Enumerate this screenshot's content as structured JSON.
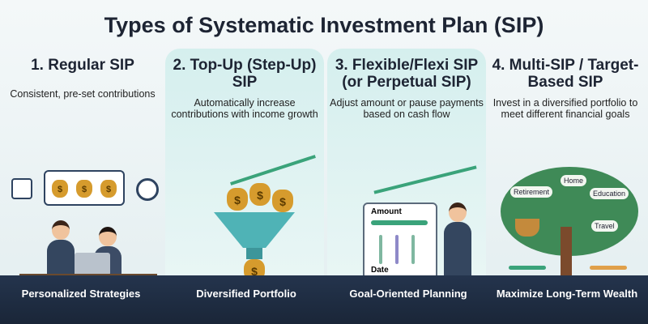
{
  "title": "Types of Systematic Investment Plan (SIP)",
  "columns": [
    {
      "heading": "1. Regular SIP",
      "description": "Consistent, pre-set contributions",
      "footer": "Personalized Strategies"
    },
    {
      "heading": "2. Top-Up (Step-Up) SIP",
      "description": "Automatically increase contributions with income growth",
      "footer": "Diversified Portfolio"
    },
    {
      "heading": "3. Flexible/Flexi SIP (or Perpetual SIP)",
      "description": "Adjust amount or pause payments based on cash flow",
      "footer": "Goal-Oriented Planning"
    },
    {
      "heading": "4. Multi-SIP / Target-Based SIP",
      "description": "Invest in a diversified portfolio to meet different financial goals",
      "footer": "Maximize Long-Term Wealth"
    }
  ],
  "illustration": {
    "currency_symbol": "$",
    "slider_labels": [
      "Amount",
      "Date"
    ],
    "goals": [
      "Retirement",
      "Home",
      "Education",
      "Travel"
    ]
  },
  "colors": {
    "title": "#1d2433",
    "band": "#1f2d44",
    "accent": "#3aa37a",
    "gold": "#d69b2d"
  }
}
